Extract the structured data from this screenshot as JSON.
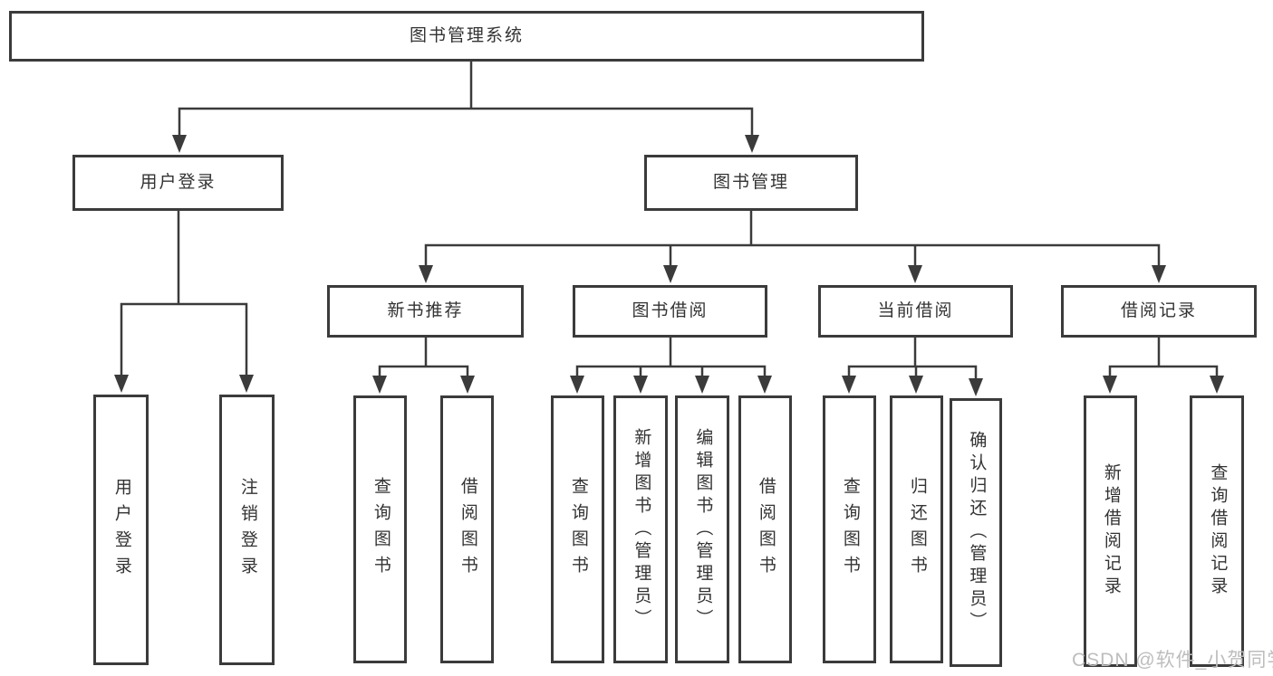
{
  "tree": {
    "root": "图书管理系统",
    "branches": [
      {
        "label": "用户登录",
        "children": [
          "用户登录",
          "注销登录"
        ]
      },
      {
        "label": "图书管理",
        "children": [
          {
            "label": "新书推荐",
            "children": [
              "查询图书",
              "借阅图书"
            ]
          },
          {
            "label": "图书借阅",
            "children": [
              "查询图书",
              "新增图书（管理员）",
              "编辑图书（管理员）",
              "借阅图书"
            ]
          },
          {
            "label": "当前借阅",
            "children": [
              "查询图书",
              "归还图书",
              "确认归还（管理员）"
            ]
          },
          {
            "label": "借阅记录",
            "children": [
              "新增借阅记录",
              "查询借阅记录"
            ]
          }
        ]
      }
    ]
  },
  "watermark": {
    "text": "CSDN @软件_小贺同学"
  },
  "colors": {
    "line": "#3b3b3b",
    "text": "#333333",
    "watermark": "#bdbdbd",
    "background": "#ffffff"
  }
}
